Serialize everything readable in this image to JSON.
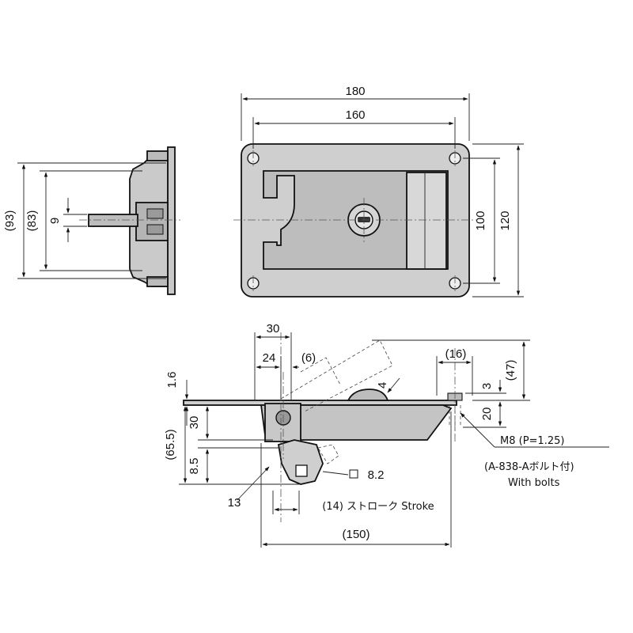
{
  "front_view": {
    "dim_overall_width": "180",
    "dim_hole_pitch_width": "160",
    "dim_hole_pitch_height": "100",
    "dim_overall_height": "120"
  },
  "side_view": {
    "dim_height_93": "(93)",
    "dim_height_83": "(83)",
    "dim_handle_9": "9"
  },
  "section_view": {
    "dim_30_top": "30",
    "dim_24": "24",
    "dim_6": "(6)",
    "dim_16": "(16)",
    "dim_47": "(47)",
    "dim_4": "4",
    "dim_3": "3",
    "dim_20": "20",
    "dim_1_6": "1.6",
    "dim_30_left": "30",
    "dim_65_5": "(65.5)",
    "dim_8_5": "8.5",
    "dim_13": "13",
    "dim_8_2": "8.2",
    "stroke_label": "(14) ストローク Stroke",
    "dim_150": "(150)"
  },
  "notes": {
    "bolt_spec": "M8 (P=1.25)",
    "bolt_jp": "(A-838-Aボルト付)",
    "bolt_en": "With bolts"
  }
}
